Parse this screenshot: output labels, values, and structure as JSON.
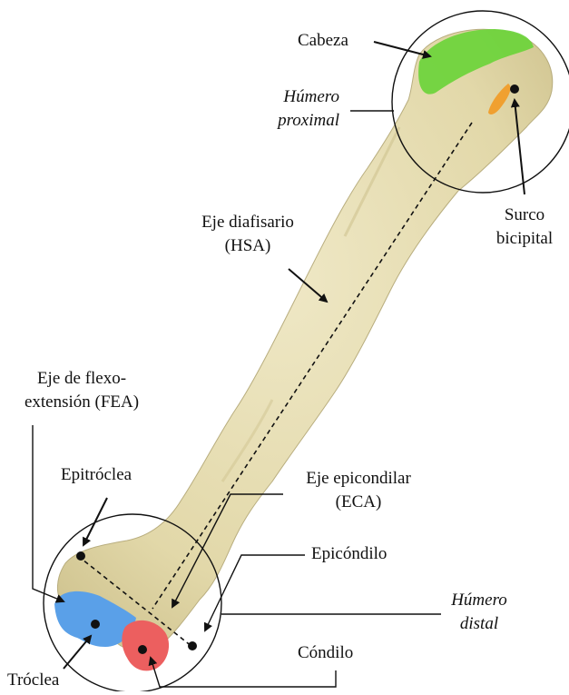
{
  "labels": {
    "cabeza": "Cabeza",
    "humero_proximal": [
      "Húmero",
      "proximal"
    ],
    "eje_diafisario": [
      "Eje diafisario",
      "(HSA)"
    ],
    "surco_bicipital": [
      "Surco",
      "bicipital"
    ],
    "eje_flexo": [
      "Eje de flexo-",
      "extensión (FEA)"
    ],
    "epitroclea": "Epitróclea",
    "eje_epicondilar": [
      "Eje epicondilar",
      "(ECA)"
    ],
    "epicondilo": "Epicóndilo",
    "humero_distal": [
      "Húmero",
      "distal"
    ],
    "condilo": "Cóndilo",
    "troclea": "Tróclea"
  },
  "colors": {
    "bone": "#e6deb4",
    "bone_shadow": "#c9bf8e",
    "cabeza": "#6bd43a",
    "surco": "#f0a030",
    "troclea": "#5aa0e8",
    "condilo": "#ec5f5f",
    "ink": "#111111"
  }
}
